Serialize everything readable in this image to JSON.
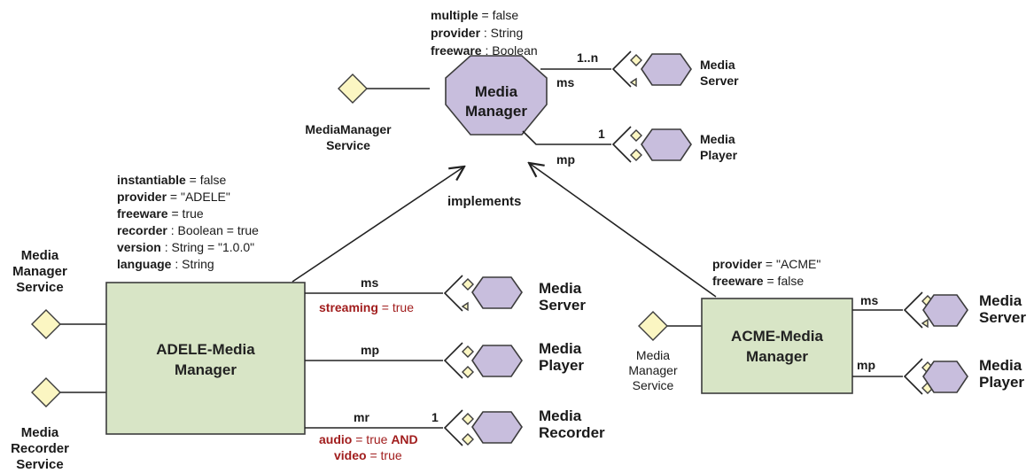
{
  "media_manager": {
    "name_line1": "Media",
    "name_line2": "Manager",
    "props": [
      {
        "key": "multiple",
        "rest": " = false"
      },
      {
        "key": "provider",
        "rest": " : String"
      },
      {
        "key": "freeware",
        "rest": " : Boolean"
      }
    ],
    "service": {
      "line1": "MediaManager",
      "line2": "Service"
    },
    "ms": {
      "role": "ms",
      "multiplicity": "1..n",
      "target_line1": "Media",
      "target_line2": "Server"
    },
    "mp": {
      "role": "mp",
      "multiplicity": "1",
      "target_line1": "Media",
      "target_line2": "Player"
    }
  },
  "implements_label": "implements",
  "adele": {
    "name_line1": "ADELE-Media",
    "name_line2": "Manager",
    "props": [
      {
        "key": "instantiable",
        "rest": " = false"
      },
      {
        "key": "provider",
        "rest": " = \"ADELE\""
      },
      {
        "key": "freeware",
        "rest": " = true"
      },
      {
        "key": "recorder",
        "rest": " : Boolean = true"
      },
      {
        "key": "version",
        "rest": " : String = \"1.0.0\""
      },
      {
        "key": "language",
        "rest": " : String"
      }
    ],
    "service1": {
      "line1": "Media",
      "line2": "Manager",
      "line3": "Service"
    },
    "service2": {
      "line1": "Media",
      "line2": "Recorder",
      "line3": "Service"
    },
    "ms": {
      "role": "ms",
      "constraint_key": "streaming",
      "constraint_rest": " = true",
      "target_line1": "Media",
      "target_line2": "Server"
    },
    "mp": {
      "role": "mp",
      "target_line1": "Media",
      "target_line2": "Player"
    },
    "mr": {
      "role": "mr",
      "multiplicity": "1",
      "c1_key": "audio",
      "c1_rest": " = true ",
      "c1_and": "AND",
      "c2_key": "video",
      "c2_rest": " = true",
      "target_line1": "Media",
      "target_line2": "Recorder"
    }
  },
  "acme": {
    "name_line1": "ACME-Media",
    "name_line2": "Manager",
    "props": [
      {
        "key": "provider",
        "rest": " = \"ACME\""
      },
      {
        "key": "freeware",
        "rest": " = false"
      }
    ],
    "service": {
      "line1": "Media",
      "line2": "Manager",
      "line3": "Service"
    },
    "ms": {
      "role": "ms",
      "target_line1": "Media",
      "target_line2": "Server"
    },
    "mp": {
      "role": "mp",
      "target_line1": "Media",
      "target_line2": "Player"
    }
  },
  "colors": {
    "component_fill": "#d8e5c6",
    "hexagon_fill": "#c8bedd",
    "diamond_fill": "#fbf6c2",
    "constraint_text": "#a11d1d"
  }
}
